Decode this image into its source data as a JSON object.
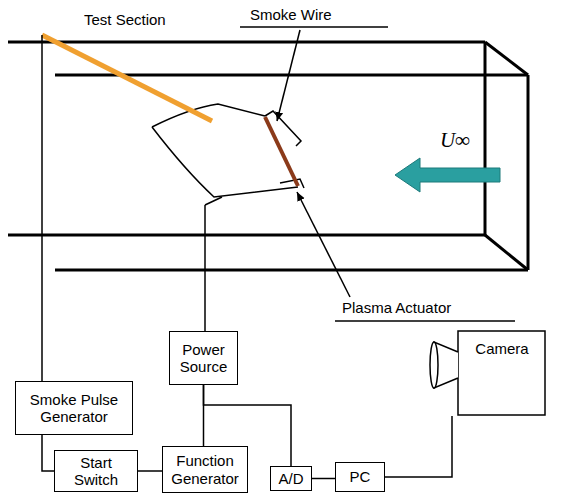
{
  "diagram": {
    "nodes": [
      {
        "text": [
          "Power Source"
        ]
      },
      {
        "text": [
          "Camera"
        ]
      },
      {
        "text": [
          "Smoke Pulse Generator"
        ]
      },
      {
        "text": [
          "Start Switch"
        ]
      },
      {
        "text": [
          "Function Generator"
        ]
      },
      {
        "text": [
          "A/D"
        ]
      },
      {
        "text": [
          "PC"
        ]
      }
    ],
    "edges": [
      {
        "from": 2,
        "to": 3,
        "arrow": "none"
      },
      {
        "from": 3,
        "to": 4,
        "arrow": "none"
      },
      {
        "from": 4,
        "to": 0,
        "arrow": "none"
      },
      {
        "from": 0,
        "to": 5,
        "arrow": "none"
      },
      {
        "from": 5,
        "to": 6,
        "arrow": "none"
      },
      {
        "from": 6,
        "to": 1,
        "arrow": "none"
      }
    ],
    "labels": [
      "Test Section",
      "Smoke Wire",
      "U∞",
      "Plasma Actuator"
    ]
  }
}
